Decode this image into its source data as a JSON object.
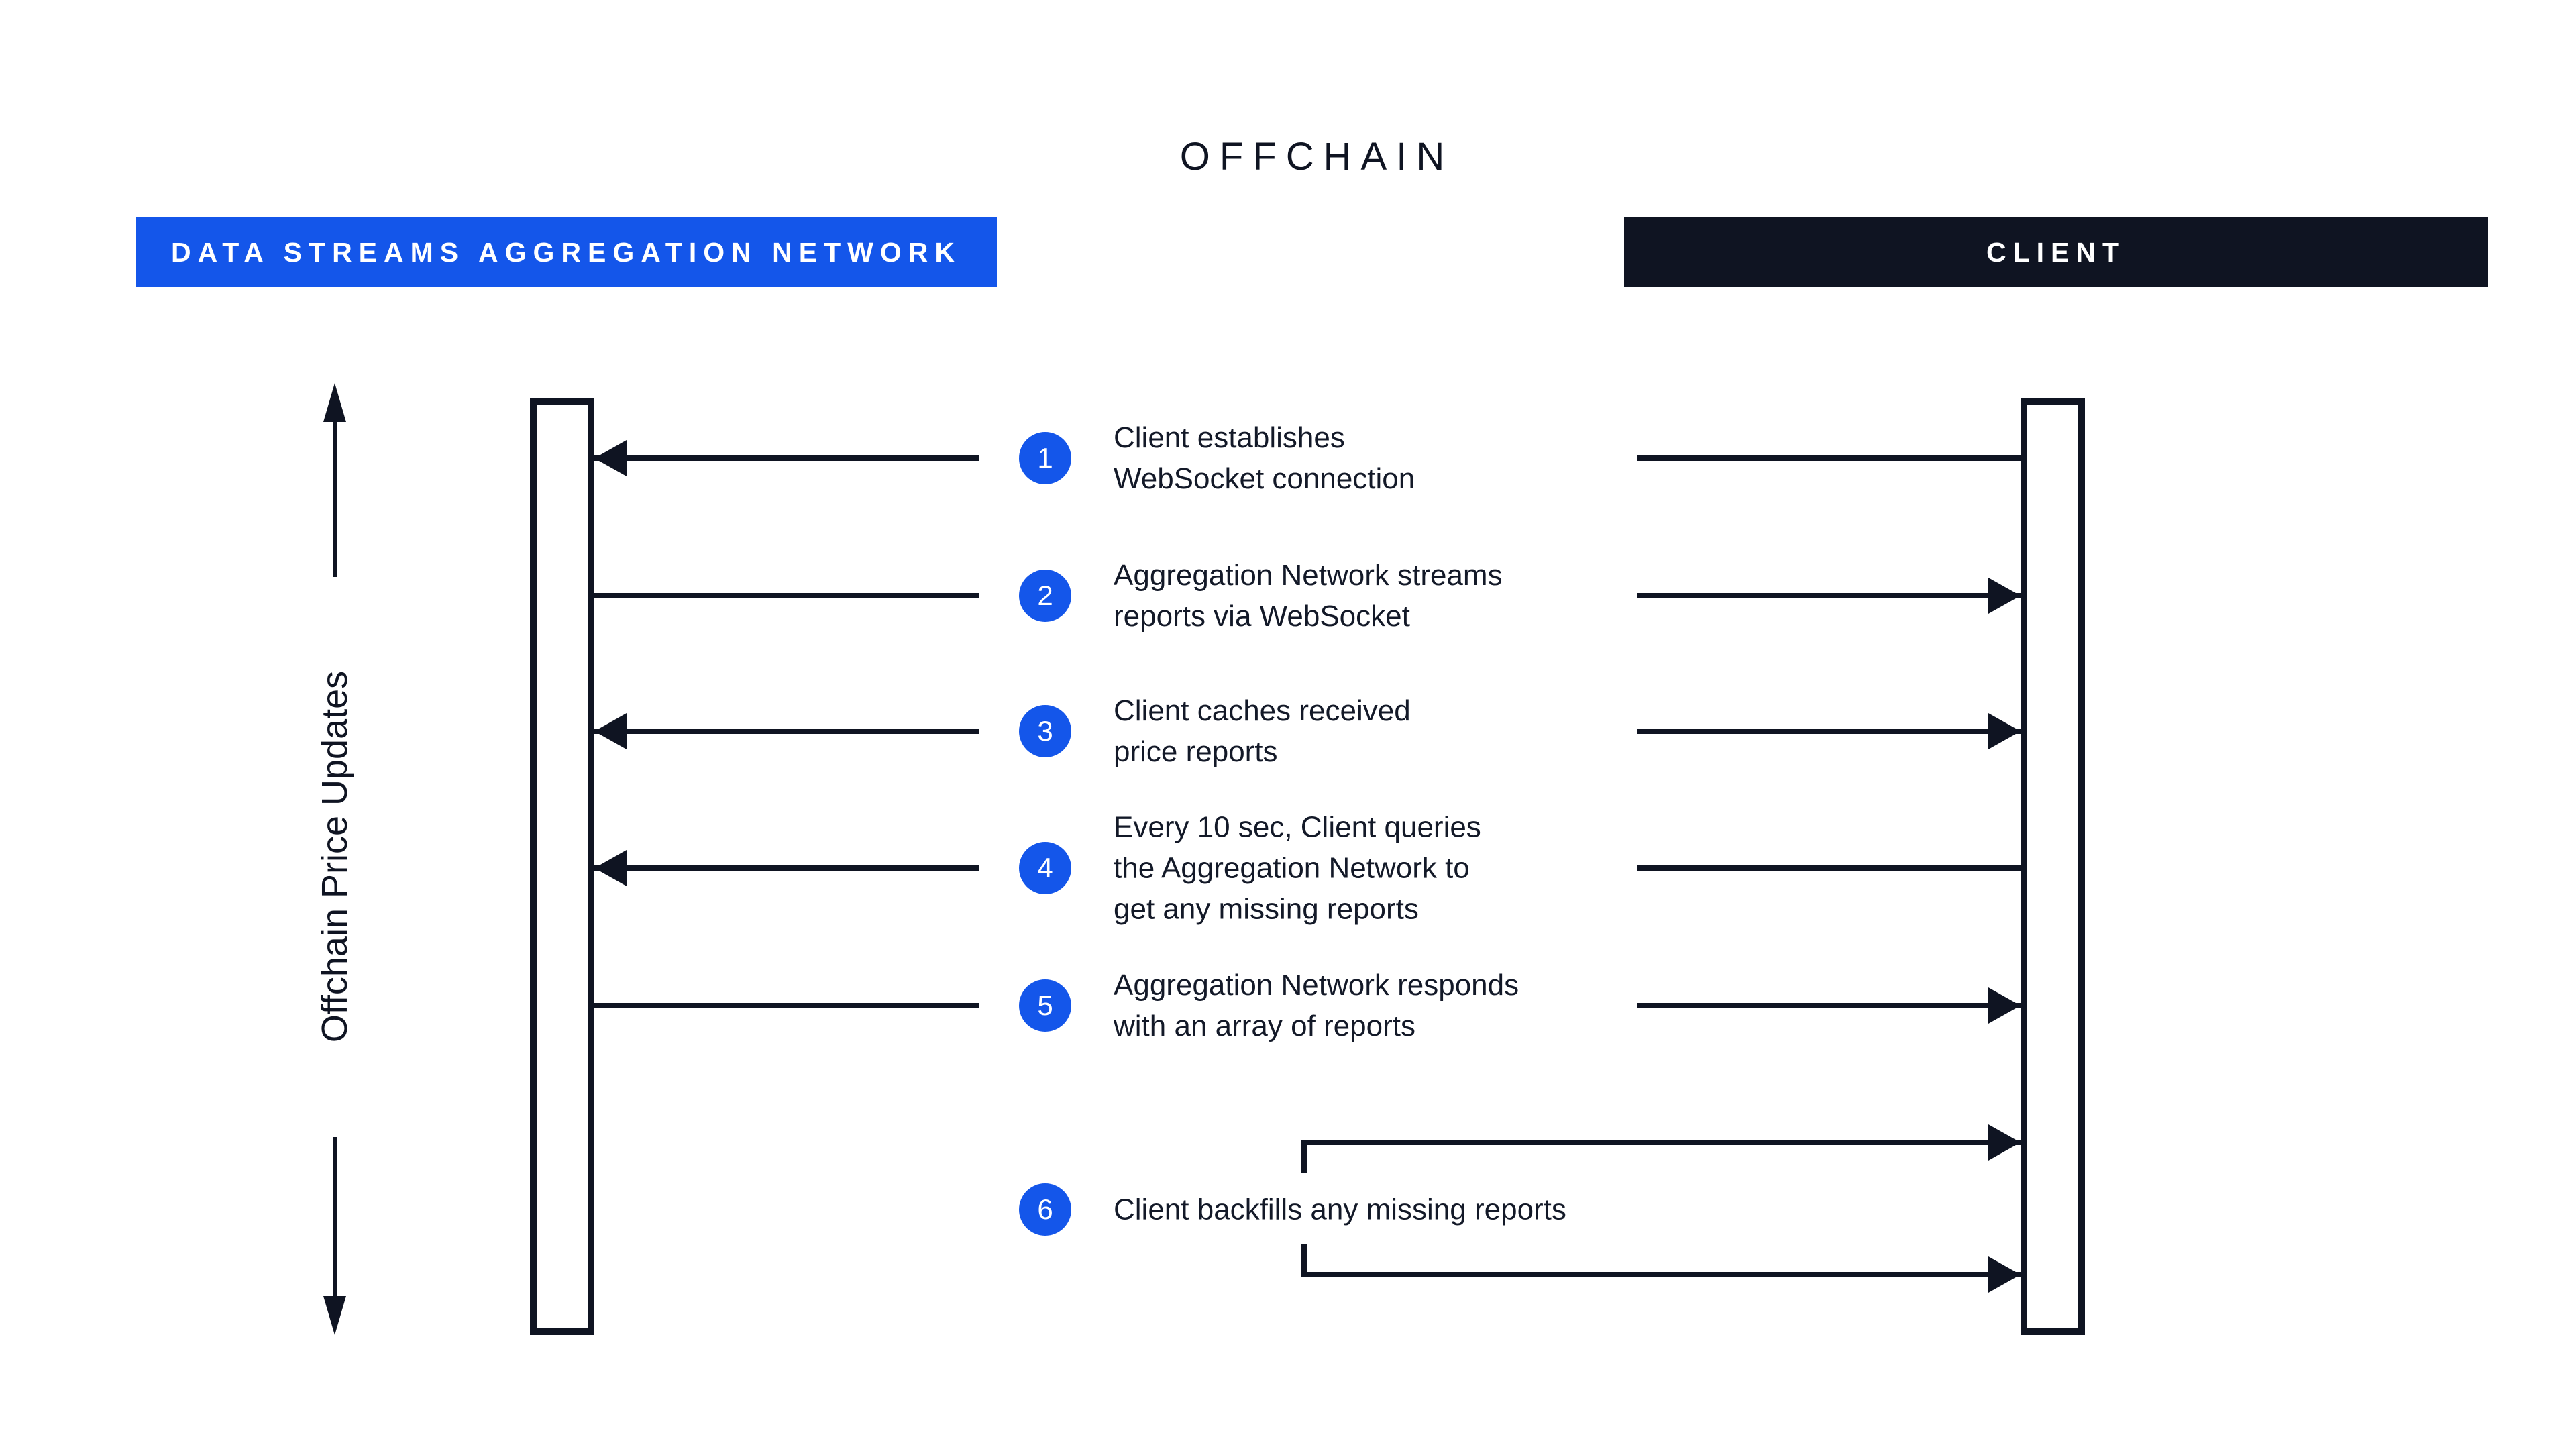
{
  "title": "OFFCHAIN",
  "actors": {
    "left": "DATA STREAMS AGGREGATION NETWORK",
    "right": "CLIENT"
  },
  "axis_label": "Offchain Price Updates",
  "colors": {
    "accent_blue": "#1456EA",
    "dark_navy": "#0F1422",
    "background": "#FFFFFF"
  },
  "steps": [
    {
      "number": "1",
      "lines": [
        "Client establishes",
        "WebSocket connection"
      ],
      "direction": "client-to-network"
    },
    {
      "number": "2",
      "lines": [
        "Aggregation Network streams",
        "reports via WebSocket"
      ],
      "direction": "network-to-client"
    },
    {
      "number": "3",
      "lines": [
        "Client caches received",
        "price reports"
      ],
      "direction": "both"
    },
    {
      "number": "4",
      "lines": [
        "Every 10 sec, Client queries",
        "the Aggregation Network to",
        "get any missing reports"
      ],
      "direction": "client-to-network"
    },
    {
      "number": "5",
      "lines": [
        "Aggregation Network responds",
        "with an array of reports"
      ],
      "direction": "network-to-client"
    },
    {
      "number": "6",
      "lines": [
        "Client backfills any missing reports"
      ],
      "direction": "client-self-loop"
    }
  ]
}
